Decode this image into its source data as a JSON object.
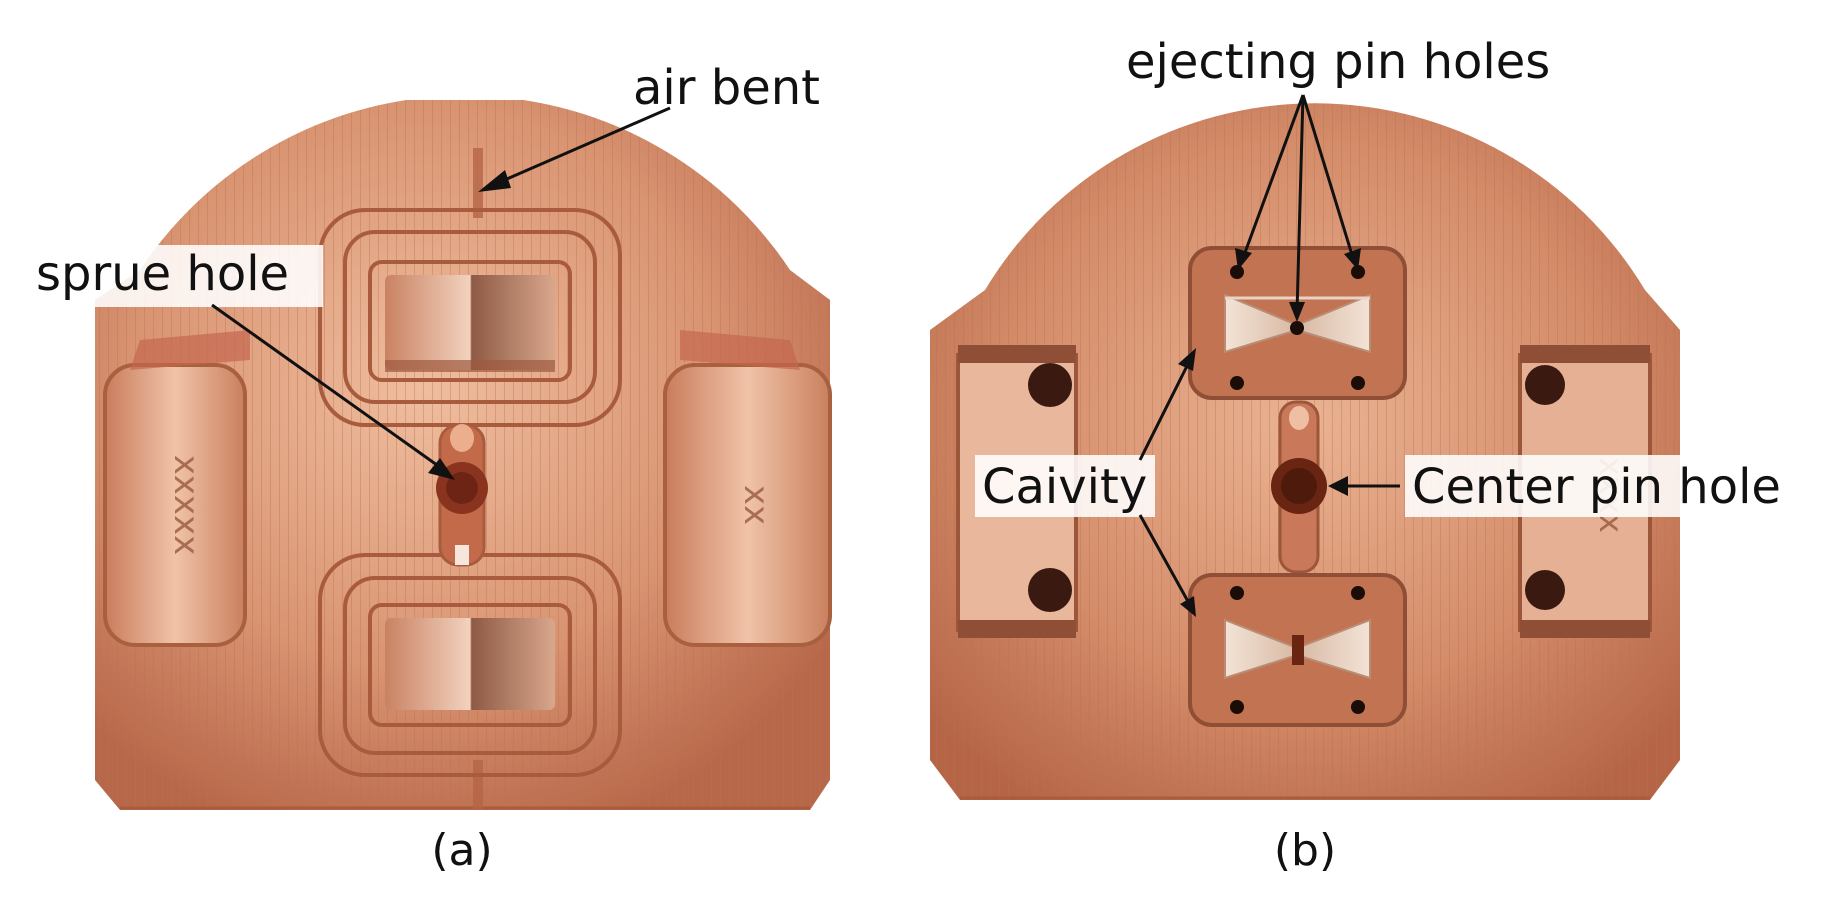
{
  "panel_a": {
    "caption": "(a)",
    "labels": {
      "air_bent": "air bent",
      "sprue_hole": "sprue hole"
    }
  },
  "panel_b": {
    "caption": "(b)",
    "labels": {
      "ejecting_pin_holes": "ejecting pin holes",
      "cavity": "Caivity",
      "center_pin_hole": "Center pin hole"
    }
  },
  "colors": {
    "copper": "#d9906d",
    "copper_dark": "#b86a4a",
    "copper_light": "#ecb89b",
    "hole": "#3a1a10",
    "annotation": "#111111"
  }
}
